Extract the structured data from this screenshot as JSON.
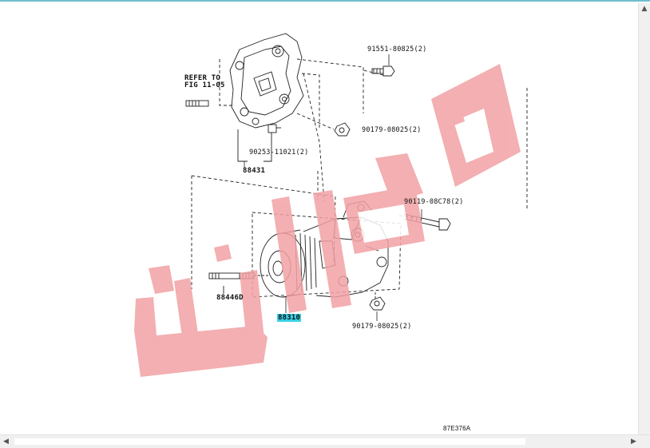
{
  "parts": {
    "bolt_top": "91551-80825(2)",
    "refer_line1": "REFER TO",
    "refer_line2": "FIG 11-05",
    "nut_upper": "90179-08025(2)",
    "stud_bracket": "90253-11021(2)",
    "bracket": "88431",
    "bolt_long": "90119-08C78(2)",
    "stud_lower": "88446D",
    "compressor": "88310",
    "nut_lower": "90179-08025(2)",
    "figure_code": "87E376A"
  },
  "colors": {
    "highlight": "#3ad0e6",
    "watermark": "#f2a2a4",
    "line": "#222222"
  },
  "icons": {
    "scroll_up": "triangle-up-icon",
    "scroll_left": "triangle-left-icon",
    "scroll_right": "triangle-right-icon"
  }
}
